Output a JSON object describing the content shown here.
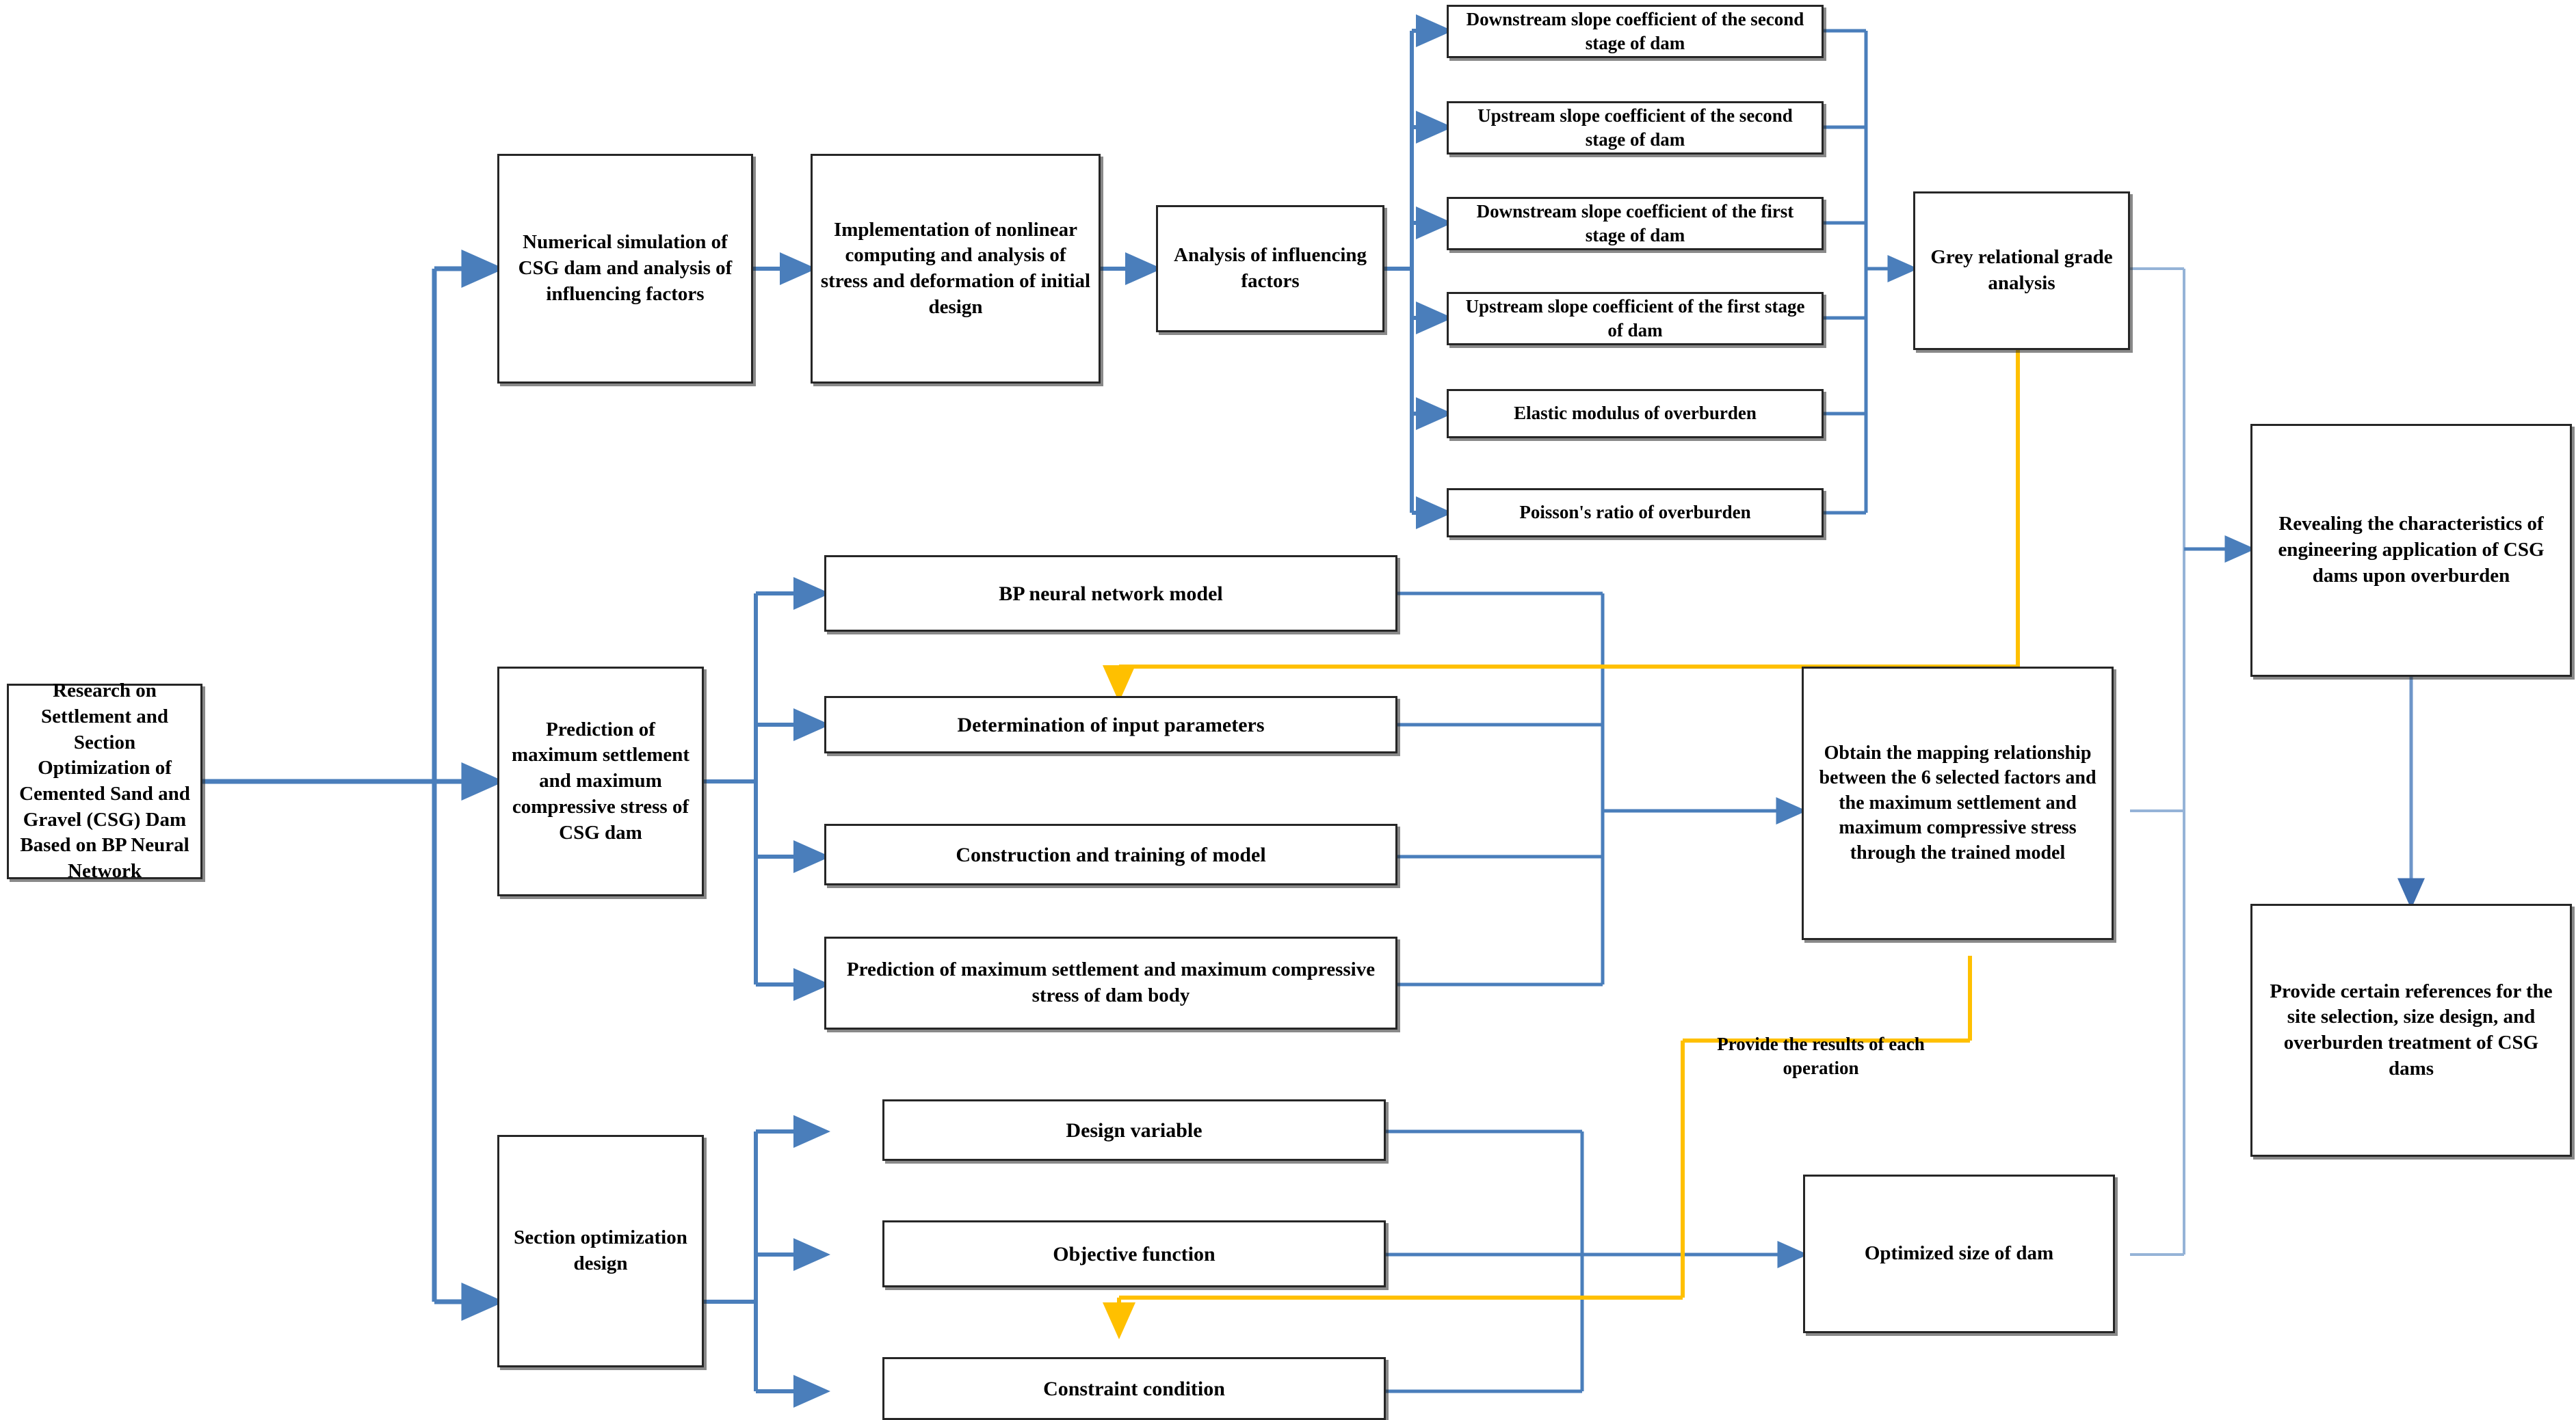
{
  "diagram": {
    "title_node": {
      "id": "research-topic",
      "label": "Research on Settlement and Section Optimization of Cemented Sand and Gravel (CSG) Dam Based on BP Neural Network"
    },
    "stage_one": {
      "numerical_simulation": "Numerical simulation of CSG dam and analysis of influencing factors",
      "nonlinear_implementation": "Implementation of nonlinear computing and analysis of stress and deformation of initial design",
      "analysis_of_factors": "Analysis of influencing factors",
      "grey_relational": "Grey relational grade analysis"
    },
    "influencing_factors": [
      "Downstream slope coefficient of the second stage of dam",
      "Upstream slope coefficient of the second stage of dam",
      "Downstream slope coefficient of the first stage of dam",
      "Upstream slope coefficient of the first stage of dam",
      "Elastic modulus of overburden",
      "Poisson's ratio of overburden"
    ],
    "stage_two": {
      "prediction_group": "Prediction of maximum settlement and maximum compressive stress of CSG dam",
      "steps": [
        "BP neural network model",
        "Determination of input parameters",
        "Construction and training of model",
        "Prediction of maximum settlement and maximum compressive stress of dam body"
      ],
      "mapping_result": "Obtain the mapping relationship between the 6 selected factors and the maximum settlement and maximum compressive stress through the trained model"
    },
    "stage_three": {
      "section_optimization": "Section optimization design",
      "steps": [
        "Design variable",
        "Objective function",
        "Constraint condition"
      ],
      "optimized_result": "Optimized size of dam"
    },
    "outcomes": {
      "revealing": "Revealing the characteristics of engineering application of CSG dams upon overburden",
      "provide_references": "Provide certain references for the site selection, size design, and overburden treatment of CSG dams"
    },
    "annotations": {
      "feedback_label": "Provide the results of each operation"
    },
    "colors": {
      "flow_blue": "#4a7ebb",
      "flow_blue_light": "#95b3d7",
      "feedback_yellow": "#ffc000",
      "box_border": "#262626",
      "background": "#ffffff"
    }
  }
}
